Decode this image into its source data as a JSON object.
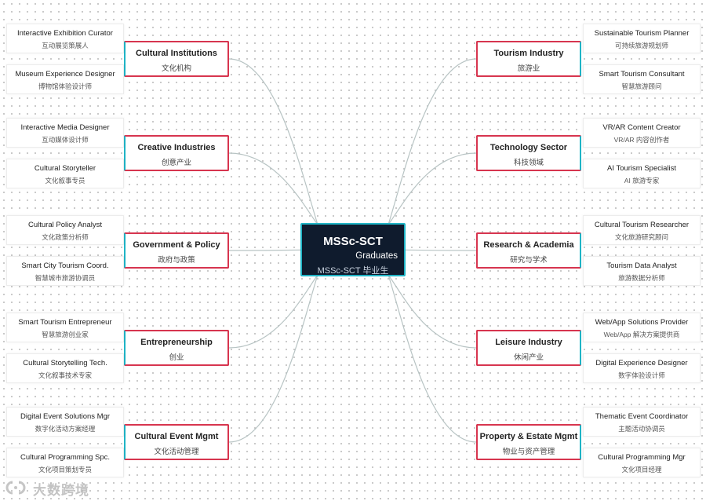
{
  "center": {
    "title": "MSSc-SCT",
    "subtitle": "Graduates",
    "zh": "MSSc-SCT 毕业生"
  },
  "categories": [
    {
      "id": "cultural-institutions",
      "en": "Cultural Institutions",
      "zh": "文化机构",
      "leaves": [
        {
          "en": "Interactive Exhibition Curator",
          "zh": "互动展览策展人"
        },
        {
          "en": "Museum Experience Designer",
          "zh": "博物馆体验设计师"
        }
      ]
    },
    {
      "id": "creative-industries",
      "en": "Creative Industries",
      "zh": "创意产业",
      "leaves": [
        {
          "en": "Interactive Media Designer",
          "zh": "互动媒体设计师"
        },
        {
          "en": "Cultural Storyteller",
          "zh": "文化叙事专员"
        }
      ]
    },
    {
      "id": "government-policy",
      "en": "Government & Policy",
      "zh": "政府与政策",
      "leaves": [
        {
          "en": "Cultural Policy Analyst",
          "zh": "文化政策分析师"
        },
        {
          "en": "Smart City Tourism Coord.",
          "zh": "智慧城市旅游协调员"
        }
      ]
    },
    {
      "id": "entrepreneurship",
      "en": "Entrepreneurship",
      "zh": "创业",
      "leaves": [
        {
          "en": "Smart Tourism Entrepreneur",
          "zh": "智慧旅游创业家"
        },
        {
          "en": "Cultural Storytelling Tech.",
          "zh": "文化叙事技术专家"
        }
      ]
    },
    {
      "id": "cultural-event-mgmt",
      "en": "Cultural Event Mgmt",
      "zh": "文化活动管理",
      "leaves": [
        {
          "en": "Digital Event Solutions Mgr",
          "zh": "数字化活动方案经理"
        },
        {
          "en": "Cultural Programming Spc.",
          "zh": "文化项目策划专员"
        }
      ]
    },
    {
      "id": "tourism-industry",
      "en": "Tourism Industry",
      "zh": "旅游业",
      "leaves": [
        {
          "en": "Sustainable Tourism Planner",
          "zh": "可持续旅游规划师"
        },
        {
          "en": "Smart Tourism Consultant",
          "zh": "智慧旅游顾问"
        }
      ]
    },
    {
      "id": "technology-sector",
      "en": "Technology Sector",
      "zh": "科技领域",
      "leaves": [
        {
          "en": "VR/AR Content Creator",
          "zh": "VR/AR 内容创作者"
        },
        {
          "en": "AI Tourism Specialist",
          "zh": "AI 旅游专家"
        }
      ]
    },
    {
      "id": "research-academia",
      "en": "Research & Academia",
      "zh": "研究与学术",
      "leaves": [
        {
          "en": "Cultural Tourism Researcher",
          "zh": "文化旅游研究顾问"
        },
        {
          "en": "Tourism Data Analyst",
          "zh": "旅游数据分析师"
        }
      ]
    },
    {
      "id": "leisure-industry",
      "en": "Leisure Industry",
      "zh": "休闲产业",
      "leaves": [
        {
          "en": "Web/App Solutions Provider",
          "zh": "Web/App 解决方案提供商"
        },
        {
          "en": "Digital Experience Designer",
          "zh": "数字体验设计师"
        }
      ]
    },
    {
      "id": "property-estate-mgmt",
      "en": "Property & Estate Mgmt",
      "zh": "物业与资产管理",
      "leaves": [
        {
          "en": "Thematic Event Coordinator",
          "zh": "主题活动协调员"
        },
        {
          "en": "Cultural Programming Mgr",
          "zh": "文化项目经理"
        }
      ]
    }
  ],
  "colors": {
    "background": "#ffffff",
    "center_fill": "#0f1b2d",
    "accent_teal": "#1fb4c6",
    "accent_red": "#d7354f",
    "link": "#b8c4c4"
  },
  "watermark": {
    "text": "大数跨境"
  }
}
